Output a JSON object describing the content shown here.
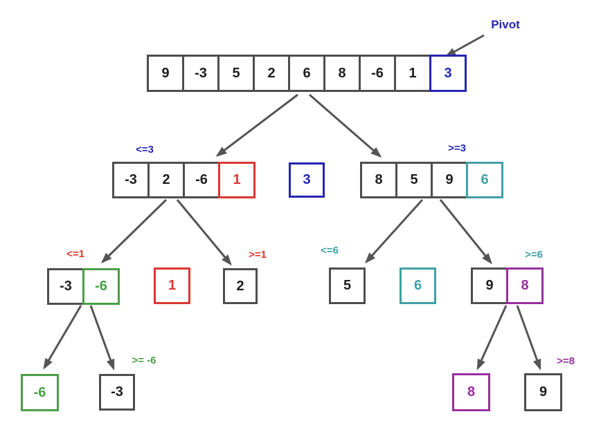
{
  "pivot_label": "Pivot",
  "colors": {
    "blue": "#2424b4",
    "red": "#dd3631",
    "green": "#4a9e46",
    "teal": "#3fa0a6",
    "purple": "#982f9e",
    "box_gray": "#4d4d4d",
    "arrow_gray": "#555555"
  },
  "root_array": {
    "cells": [
      "9",
      "-3",
      "5",
      "2",
      "6",
      "8",
      "-6",
      "1",
      "3"
    ]
  },
  "level2": {
    "left": {
      "label": "<=3",
      "cells": [
        "-3",
        "2",
        "-6",
        "1"
      ]
    },
    "pivot": "3",
    "right": {
      "label": ">=3",
      "cells": [
        "8",
        "5",
        "9",
        "6"
      ]
    }
  },
  "level3": {
    "left": {
      "label": "<=1",
      "cells": [
        "-3",
        "-6"
      ]
    },
    "left_pivot": "1",
    "cell_2": {
      "label": ">=1",
      "value": "2"
    },
    "cell_5": {
      "label": "<=6",
      "value": "5"
    },
    "right_pivot": "6",
    "right": {
      "label": ">=6",
      "cells": [
        "9",
        "8"
      ]
    }
  },
  "level4": {
    "left": {
      "label": ">= -6",
      "cells": [
        "-6",
        "-3"
      ]
    },
    "right": {
      "label": ">=8",
      "cells": [
        "8",
        "9"
      ]
    }
  }
}
